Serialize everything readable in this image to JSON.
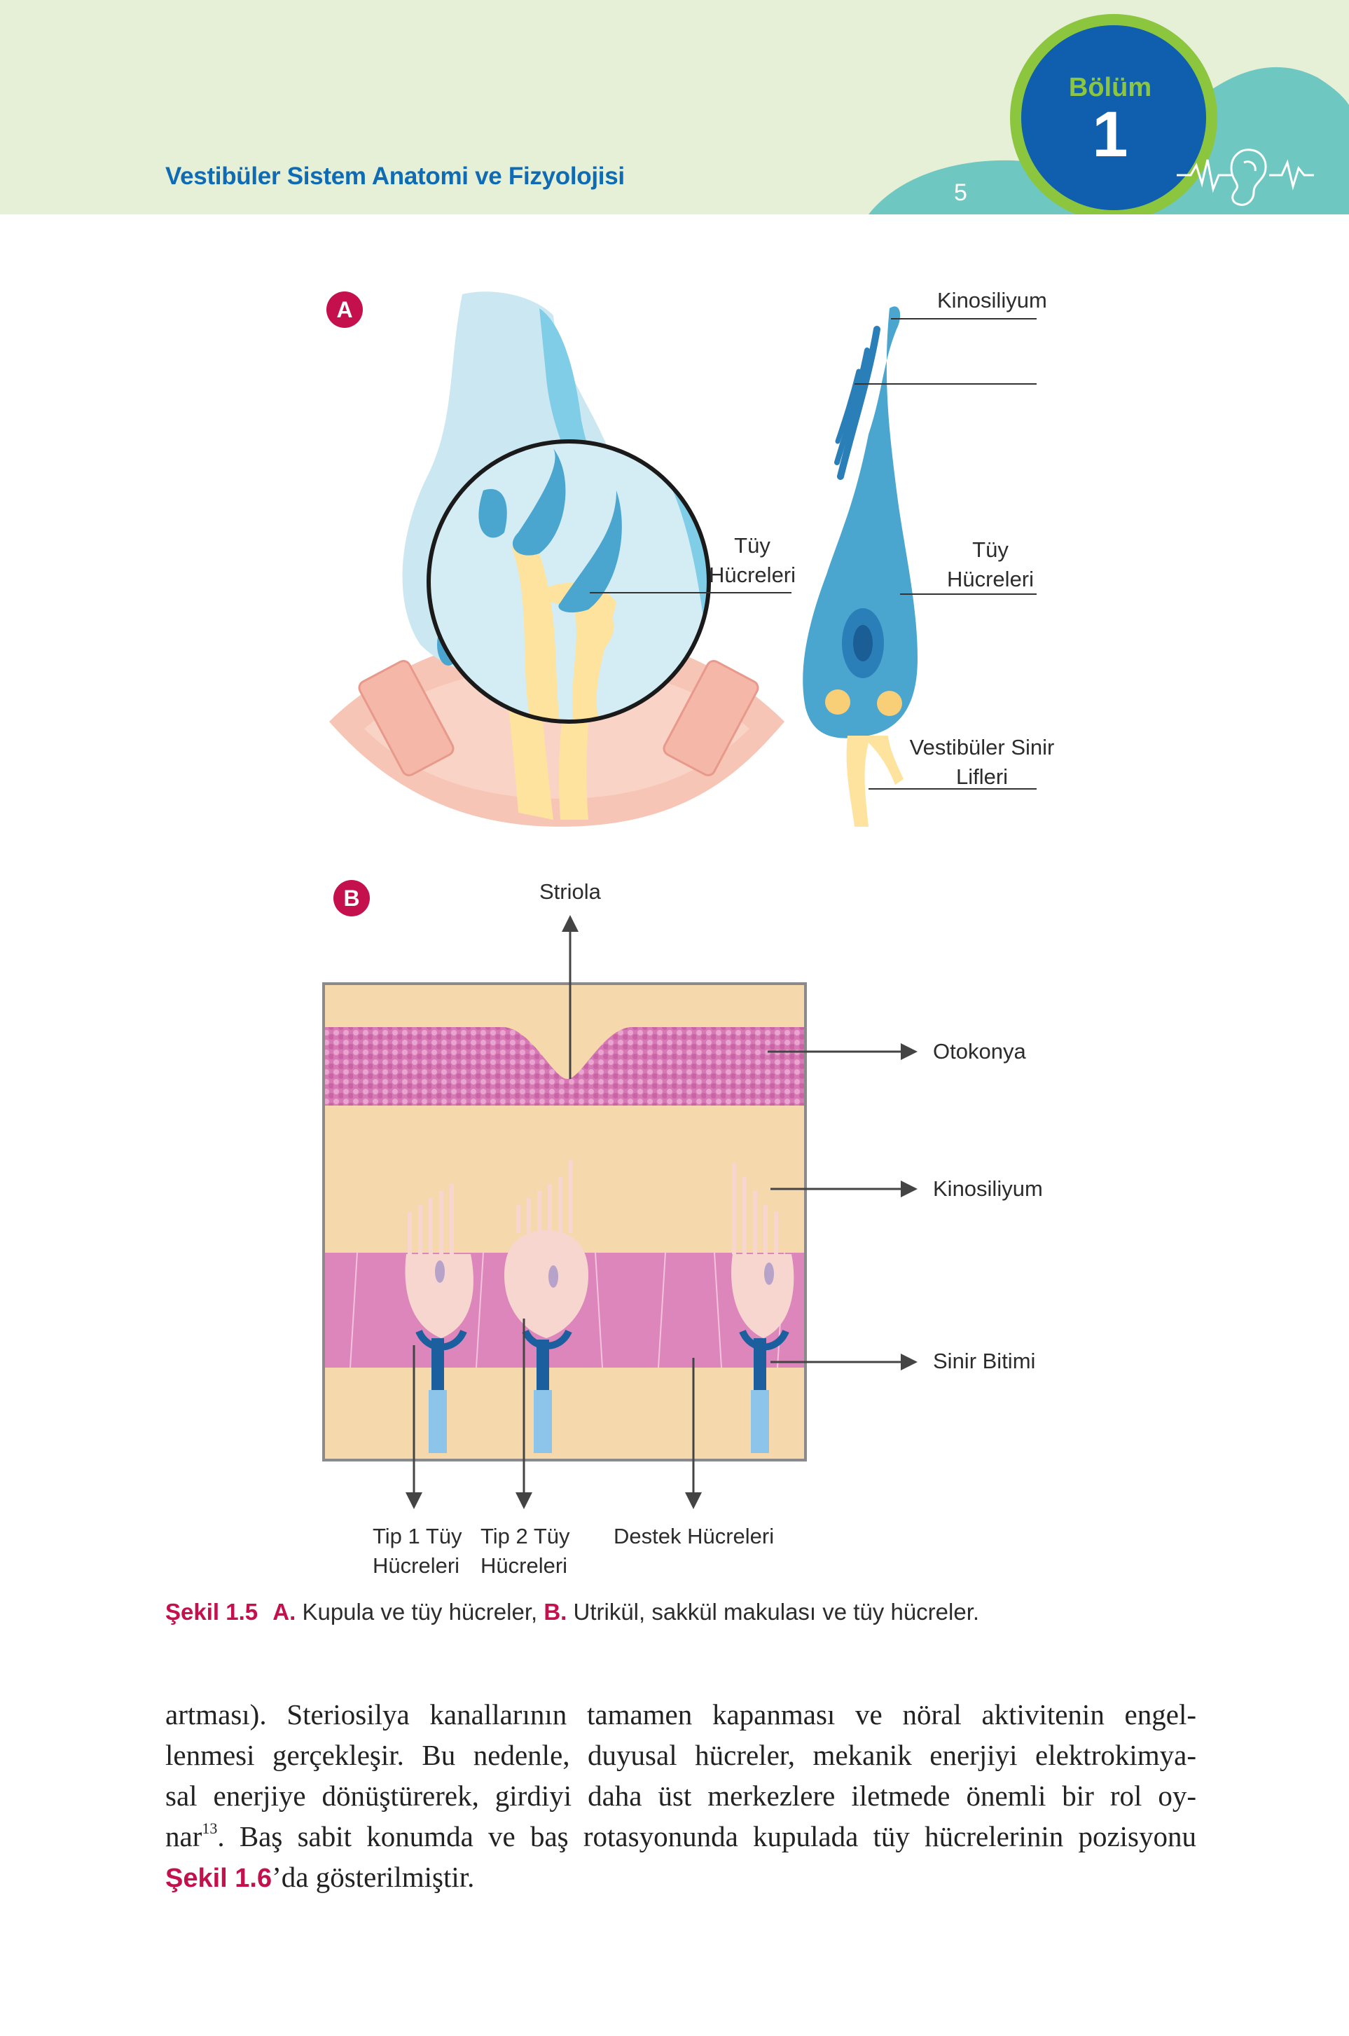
{
  "header": {
    "running_title": "Vestibüler Sistem Anatomi ve Fizyolojisi",
    "page_number": "5",
    "chapter_label": "Bölüm",
    "chapter_number": "1",
    "colors": {
      "band": "#e6f0d6",
      "teal": "#6ec7c1",
      "green": "#8cc63f",
      "blue": "#0f5fae"
    },
    "icon": "ear-soundwave-icon"
  },
  "figure": {
    "panel_a": {
      "badge": "A",
      "labels": {
        "kinosiliyum": "Kinosiliyum",
        "tuy_left_1": "Tüy",
        "tuy_left_2": "Hücreleri",
        "tuy_right_1": "Tüy",
        "tuy_right_2": "Hücreleri",
        "vestibuler_1": "Vestibüler Sinir",
        "vestibuler_2": "Lifleri"
      }
    },
    "panel_b": {
      "badge": "B",
      "labels": {
        "striola": "Striola",
        "otokonya": "Otokonya",
        "kinosiliyum": "Kinosiliyum",
        "sinir_bitimi": "Sinir Bitimi",
        "tip1_1": "Tip 1 Tüy",
        "tip1_2": "Hücreleri",
        "tip2_1": "Tip 2 Tüy",
        "tip2_2": "Hücreleri",
        "destek": "Destek Hücreleri"
      }
    }
  },
  "caption": {
    "figure_ref": "Şekil 1.5",
    "a_marker": "A.",
    "a_text": " Kupula ve tüy hücreler, ",
    "b_marker": "B.",
    "b_text": " Utrikül, sakkül makulası ve tüy hücreler."
  },
  "body": {
    "line1": "artması). Steriosilya kanallarının tamamen kapanması ve nöral aktivitenin engel-",
    "line2": "lenmesi gerçekleşir. Bu nedenle, duyusal hücreler, mekanik enerjiyi elektrokimya-",
    "line3": "sal enerjiye dönüştürerek, girdiyi daha üst merkezlere iletmede önemli bir rol oy-",
    "line4a": "nar",
    "line4_sup": "13",
    "line4b": ". Baş sabit konumda ve baş rotasyonunda kupulada tüy hücrelerinin pozisyonu",
    "line5_ref": "Şekil 1.6",
    "line5": "’da gösterilmiştir."
  }
}
